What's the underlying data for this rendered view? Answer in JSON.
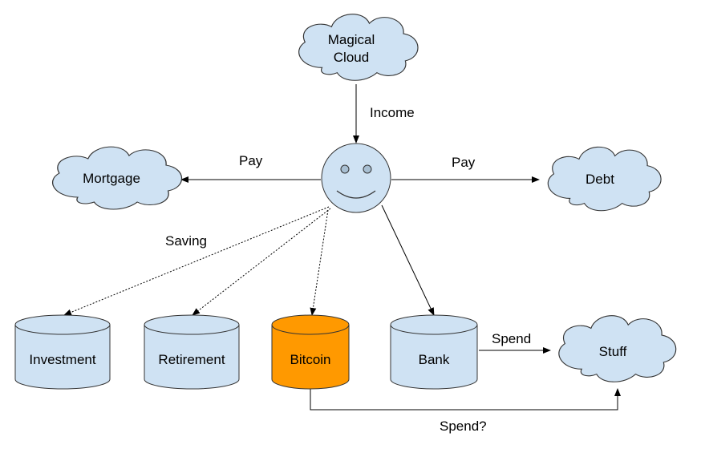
{
  "colors": {
    "node_fill": "#cfe2f3",
    "highlight_fill": "#ff9900",
    "stroke": "#333333",
    "edge": "#000000"
  },
  "nodes": {
    "magical_cloud": {
      "line1": "Magical",
      "line2": "Cloud",
      "shape": "cloud"
    },
    "person": {
      "shape": "smiley-face"
    },
    "mortgage": {
      "label": "Mortgage",
      "shape": "cloud"
    },
    "debt": {
      "label": "Debt",
      "shape": "cloud"
    },
    "stuff": {
      "label": "Stuff",
      "shape": "cloud"
    },
    "investment": {
      "label": "Investment",
      "shape": "cylinder"
    },
    "retirement": {
      "label": "Retirement",
      "shape": "cylinder"
    },
    "bitcoin": {
      "label": "Bitcoin",
      "shape": "cylinder",
      "highlighted": true
    },
    "bank": {
      "label": "Bank",
      "shape": "cylinder"
    }
  },
  "edges": {
    "income": {
      "label": "Income",
      "from": "magical_cloud",
      "to": "person",
      "style": "solid"
    },
    "pay_mortgage": {
      "label": "Pay",
      "from": "person",
      "to": "mortgage",
      "style": "solid"
    },
    "pay_debt": {
      "label": "Pay",
      "from": "person",
      "to": "debt",
      "style": "solid"
    },
    "saving": {
      "label": "Saving",
      "from": "person",
      "to": [
        "investment",
        "retirement",
        "bitcoin"
      ],
      "style": "dotted"
    },
    "to_bank": {
      "label": "",
      "from": "person",
      "to": "bank",
      "style": "solid"
    },
    "spend": {
      "label": "Spend",
      "from": "bank",
      "to": "stuff",
      "style": "solid"
    },
    "spend_question": {
      "label": "Spend?",
      "from": "bitcoin",
      "to": "stuff",
      "style": "solid"
    }
  }
}
